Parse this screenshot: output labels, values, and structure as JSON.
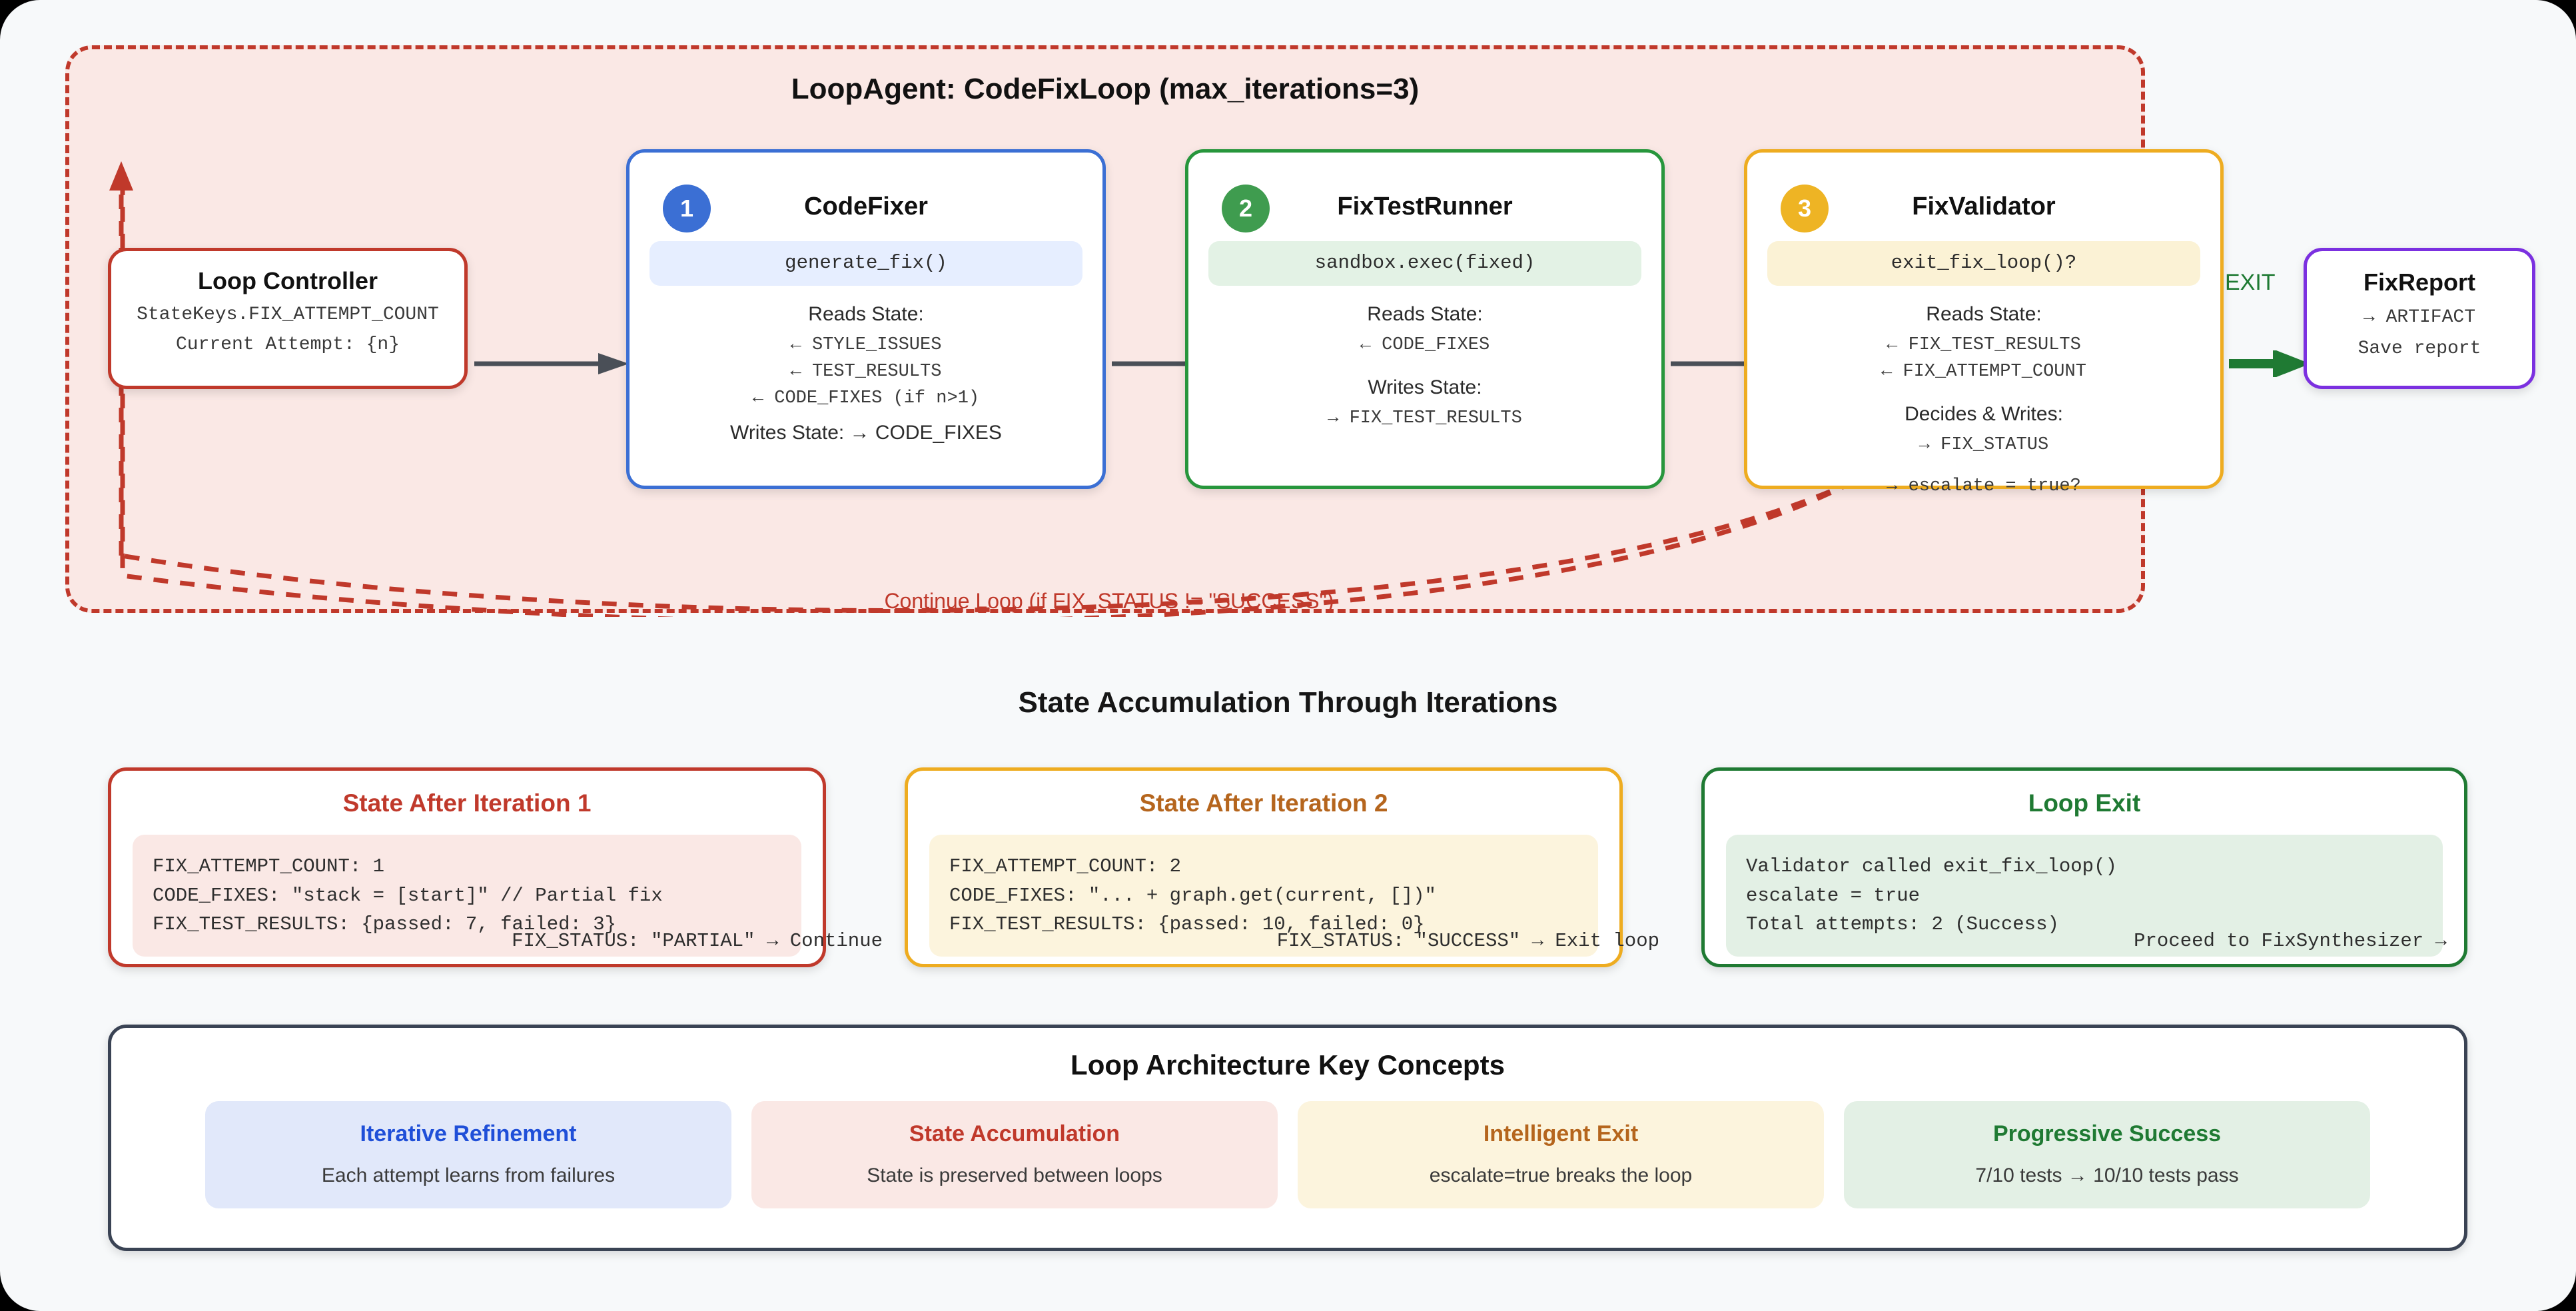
{
  "loop": {
    "title": "LoopAgent: CodeFixLoop (max_iterations=3)",
    "controller": {
      "title": "Loop Controller",
      "line1": "StateKeys.FIX_ATTEMPT_COUNT",
      "line2": "Current Attempt: {n}"
    },
    "agents": [
      {
        "number": "1",
        "title": "CodeFixer",
        "code": "generate_fix()",
        "reads_label": "Reads State:",
        "reads": [
          "← STYLE_ISSUES",
          "← TEST_RESULTS",
          "← CODE_FIXES (if n>1)"
        ],
        "writes_label": "Writes State:",
        "writes_inline": "Writes State: → CODE_FIXES",
        "writes": [],
        "color": "#3b6fd4",
        "chip_bg": "#e6eeff"
      },
      {
        "number": "2",
        "title": "FixTestRunner",
        "code": "sandbox.exec(fixed)",
        "reads_label": "Reads State:",
        "reads": [
          "← CODE_FIXES"
        ],
        "writes_label": "Writes State:",
        "writes": [
          "→ FIX_TEST_RESULTS"
        ],
        "color": "#27963c",
        "chip_bg": "#e3f2e5"
      },
      {
        "number": "3",
        "title": "FixValidator",
        "code": "exit_fix_loop()?",
        "reads_label": "Reads State:",
        "reads": [
          "← FIX_TEST_RESULTS",
          "← FIX_ATTEMPT_COUNT"
        ],
        "writes_label": "Decides & Writes:",
        "writes": [
          "→ FIX_STATUS"
        ],
        "overflow": "→ escalate = true?",
        "color": "#eeac20",
        "chip_bg": "#fbf2d5"
      }
    ],
    "exit_label": "EXIT",
    "report": {
      "title": "FixReport",
      "line1": "→ ARTIFACT",
      "line2": "Save report"
    },
    "continue_label": "Continue Loop (if FIX_STATUS != \"SUCCESS\")"
  },
  "accumulation": {
    "heading": "State Accumulation Through Iterations",
    "cards": [
      {
        "title": "State After Iteration 1",
        "rows": [
          "FIX_ATTEMPT_COUNT: 1",
          "CODE_FIXES: \"stack = [start]\" // Partial fix",
          "FIX_TEST_RESULTS: {passed: 7, failed: 3}"
        ],
        "footer": "FIX_STATUS: \"PARTIAL\" → Continue",
        "accent": "#c0392b",
        "body_bg": "#fae8e5"
      },
      {
        "title": "State After Iteration 2",
        "rows": [
          "FIX_ATTEMPT_COUNT: 2",
          "CODE_FIXES: \"... + graph.get(current, [])\"",
          "FIX_TEST_RESULTS: {passed: 10, failed: 0}"
        ],
        "footer": "FIX_STATUS: \"SUCCESS\" → Exit loop",
        "accent": "#b5651d",
        "body_bg": "#fcf4dd"
      },
      {
        "title": "Loop Exit",
        "rows": [
          "Validator called exit_fix_loop()",
          "escalate = true",
          "Total attempts: 2 (Success)"
        ],
        "footer": "Proceed to FixSynthesizer →",
        "accent": "#1f7a33",
        "body_bg": "#e3f0e5"
      }
    ]
  },
  "key_concepts": {
    "title": "Loop Architecture Key Concepts",
    "cards": [
      {
        "heading": "Iterative Refinement",
        "text": "Each attempt learns from failures",
        "heading_color": "#1f4fd8",
        "bg": "#e1e8fa"
      },
      {
        "heading": "State Accumulation",
        "text": "State is preserved between loops",
        "heading_color": "#c0392b",
        "bg": "#fae8e5"
      },
      {
        "heading": "Intelligent Exit",
        "text": "escalate=true breaks the loop",
        "heading_color": "#b5651d",
        "bg": "#fcf4dd"
      },
      {
        "heading": "Progressive Success",
        "text": "7/10 tests → 10/10 tests pass",
        "heading_color": "#1f7a33",
        "bg": "#e3f0e5"
      }
    ]
  },
  "colors": {
    "loop_border": "#c0392b",
    "loop_bg": "#fae8e5",
    "page_bg": "#f7f9fa",
    "arrow": "#4a4f57",
    "exit_arrow": "#1f7a33",
    "report_border": "#7b30e0"
  }
}
